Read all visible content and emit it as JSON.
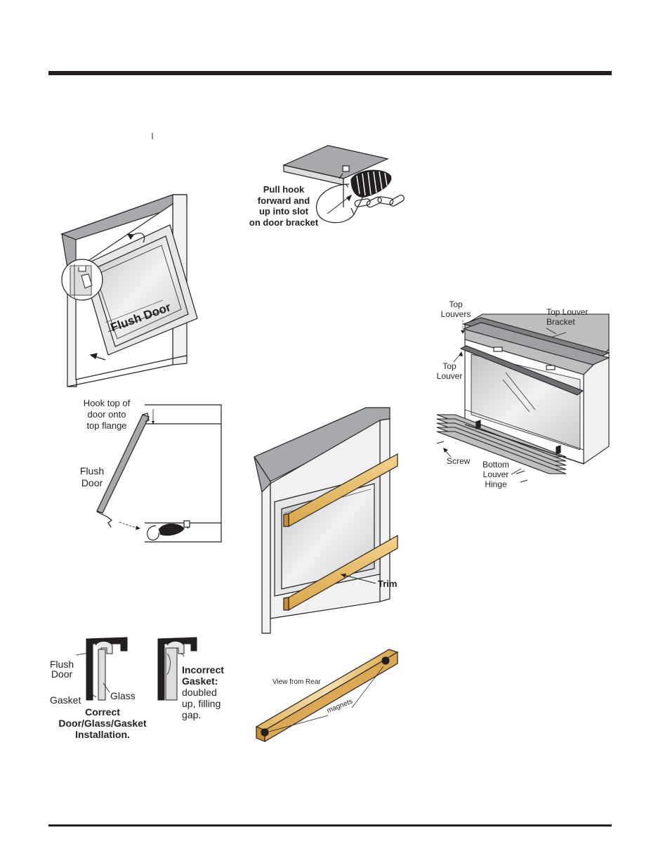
{
  "figure_hook": {
    "caption_lines": [
      "Pull hook",
      "forward and",
      "up into slot",
      "on door bracket"
    ]
  },
  "figure_louvers": {
    "top_louvers": [
      "Top",
      "Louvers"
    ],
    "top_louver_bracket": [
      "Top Louver",
      "Bracket"
    ],
    "top_louver": [
      "Top",
      "Louver"
    ],
    "screw": "Screw",
    "bottom_louver_hinge": [
      "Bottom",
      "Louver",
      "Hinge"
    ]
  },
  "figure_flush_door": {
    "door_label": "Flush Door"
  },
  "figure_side_view": {
    "hook_top": [
      "Hook top of",
      "door onto",
      "top flange"
    ],
    "flush_door": [
      "Flush",
      "Door"
    ]
  },
  "figure_trim": {
    "trim_label": "Trim"
  },
  "figure_gasket": {
    "flush_door": [
      "Flush",
      "Door"
    ],
    "gasket": "Gasket",
    "glass": "Glass",
    "correct_caption": [
      "Correct",
      "Door/Glass/Gasket",
      "Installation."
    ],
    "incorrect_bold": [
      "Incorrect",
      "Gasket:"
    ],
    "incorrect_rest": [
      "doubled",
      "up, filling",
      "gap."
    ]
  },
  "figure_rear_view": {
    "view_label": "View from Rear",
    "magnets_label": "magnets"
  },
  "colors": {
    "ink": "#231f20",
    "gray_top": "#a7a9ac",
    "trim_gold": "#e2b560"
  }
}
